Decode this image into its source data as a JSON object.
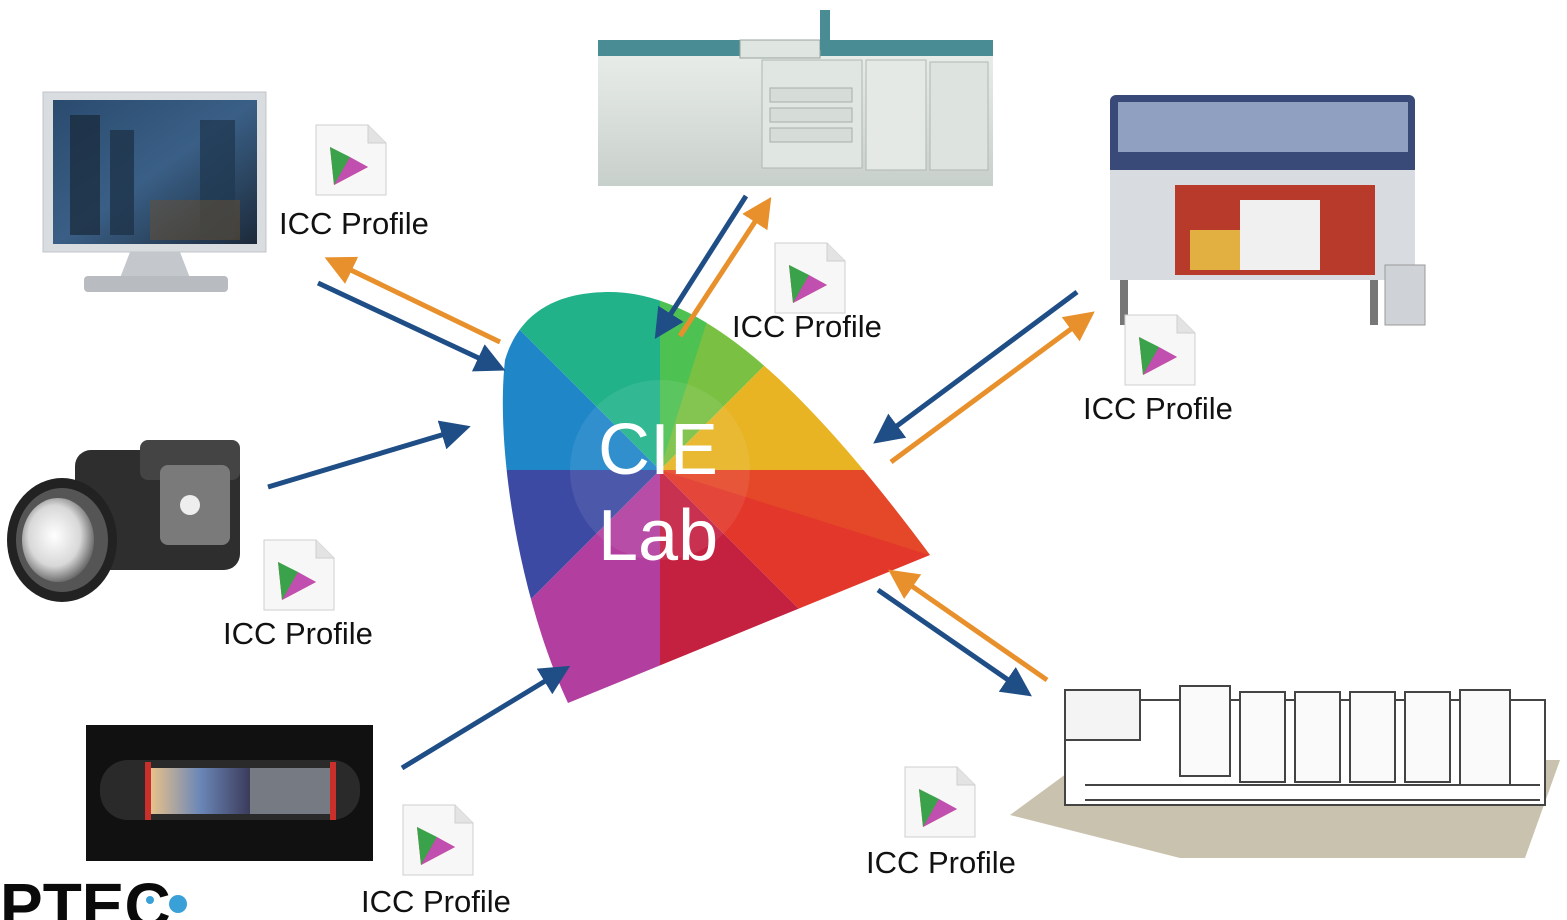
{
  "center": {
    "line1": "CIE",
    "line2": "Lab"
  },
  "profiles": {
    "monitor": "ICC Profile",
    "press_copier": "ICC Profile",
    "large_format": "ICC Profile",
    "camera": "ICC Profile",
    "offset_press": "ICC Profile",
    "scanner": "ICC Profile"
  },
  "logo": {
    "text": "PTEC"
  },
  "colors": {
    "input_arrow": "#1f4e86",
    "output_arrow": "#e8902c"
  }
}
